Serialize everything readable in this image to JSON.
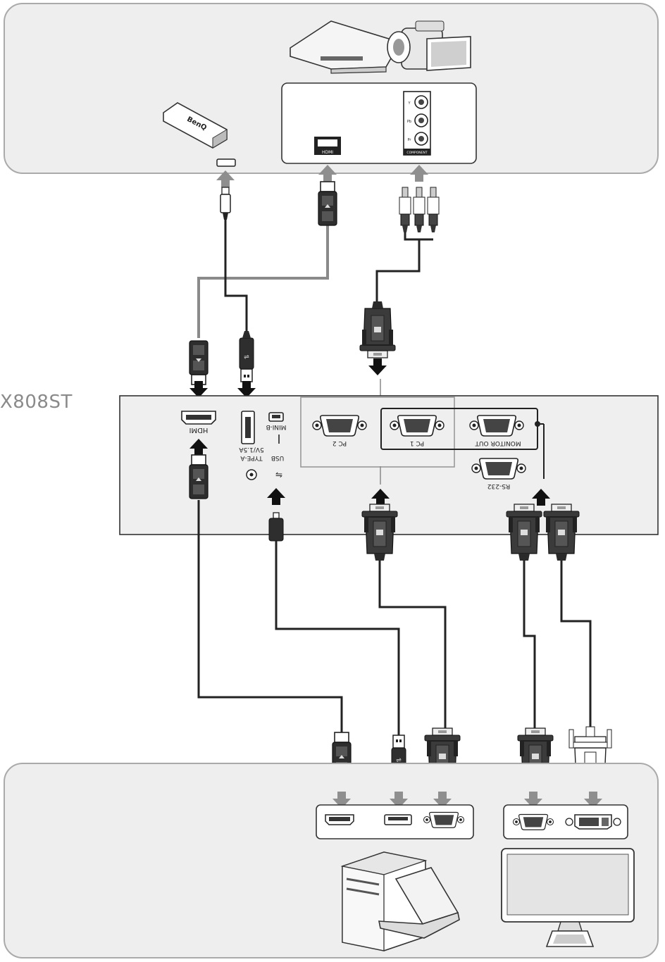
{
  "model_name": "X808ST",
  "projector_panel": {
    "ports": {
      "hdmi": "HDMI",
      "usb_mini_b": "MINI-B",
      "usb": "USB",
      "usb_type_a": "TYPE-A",
      "usb_power": "5V/1.5A",
      "pc2": "PC 2",
      "pc1": "PC 1",
      "monitor_out": "MONITOR OUT",
      "rs232": "RS-232"
    }
  },
  "av_device_panel": {
    "hdmi_port": "HDMI",
    "component_port": "COMPONENT",
    "component_channels": [
      "Y",
      "Pb",
      "Pr"
    ]
  },
  "streaming_stick": {
    "brand": "BenQ"
  },
  "icons": [
    "arrow-icon",
    "usb-icon",
    "power-icon",
    "hdmi-plug-icon",
    "vga-plug-icon",
    "rca-plug-icon",
    "usb-plug-icon",
    "dvi-plug-icon"
  ],
  "colors": {
    "panel_bg": "#eeeeef",
    "panel_border": "#aaaaaa",
    "cable_dark": "#333333",
    "cable_gray": "#888888",
    "arrow_dark": "#111111",
    "arrow_gray": "#8f8f8f"
  }
}
